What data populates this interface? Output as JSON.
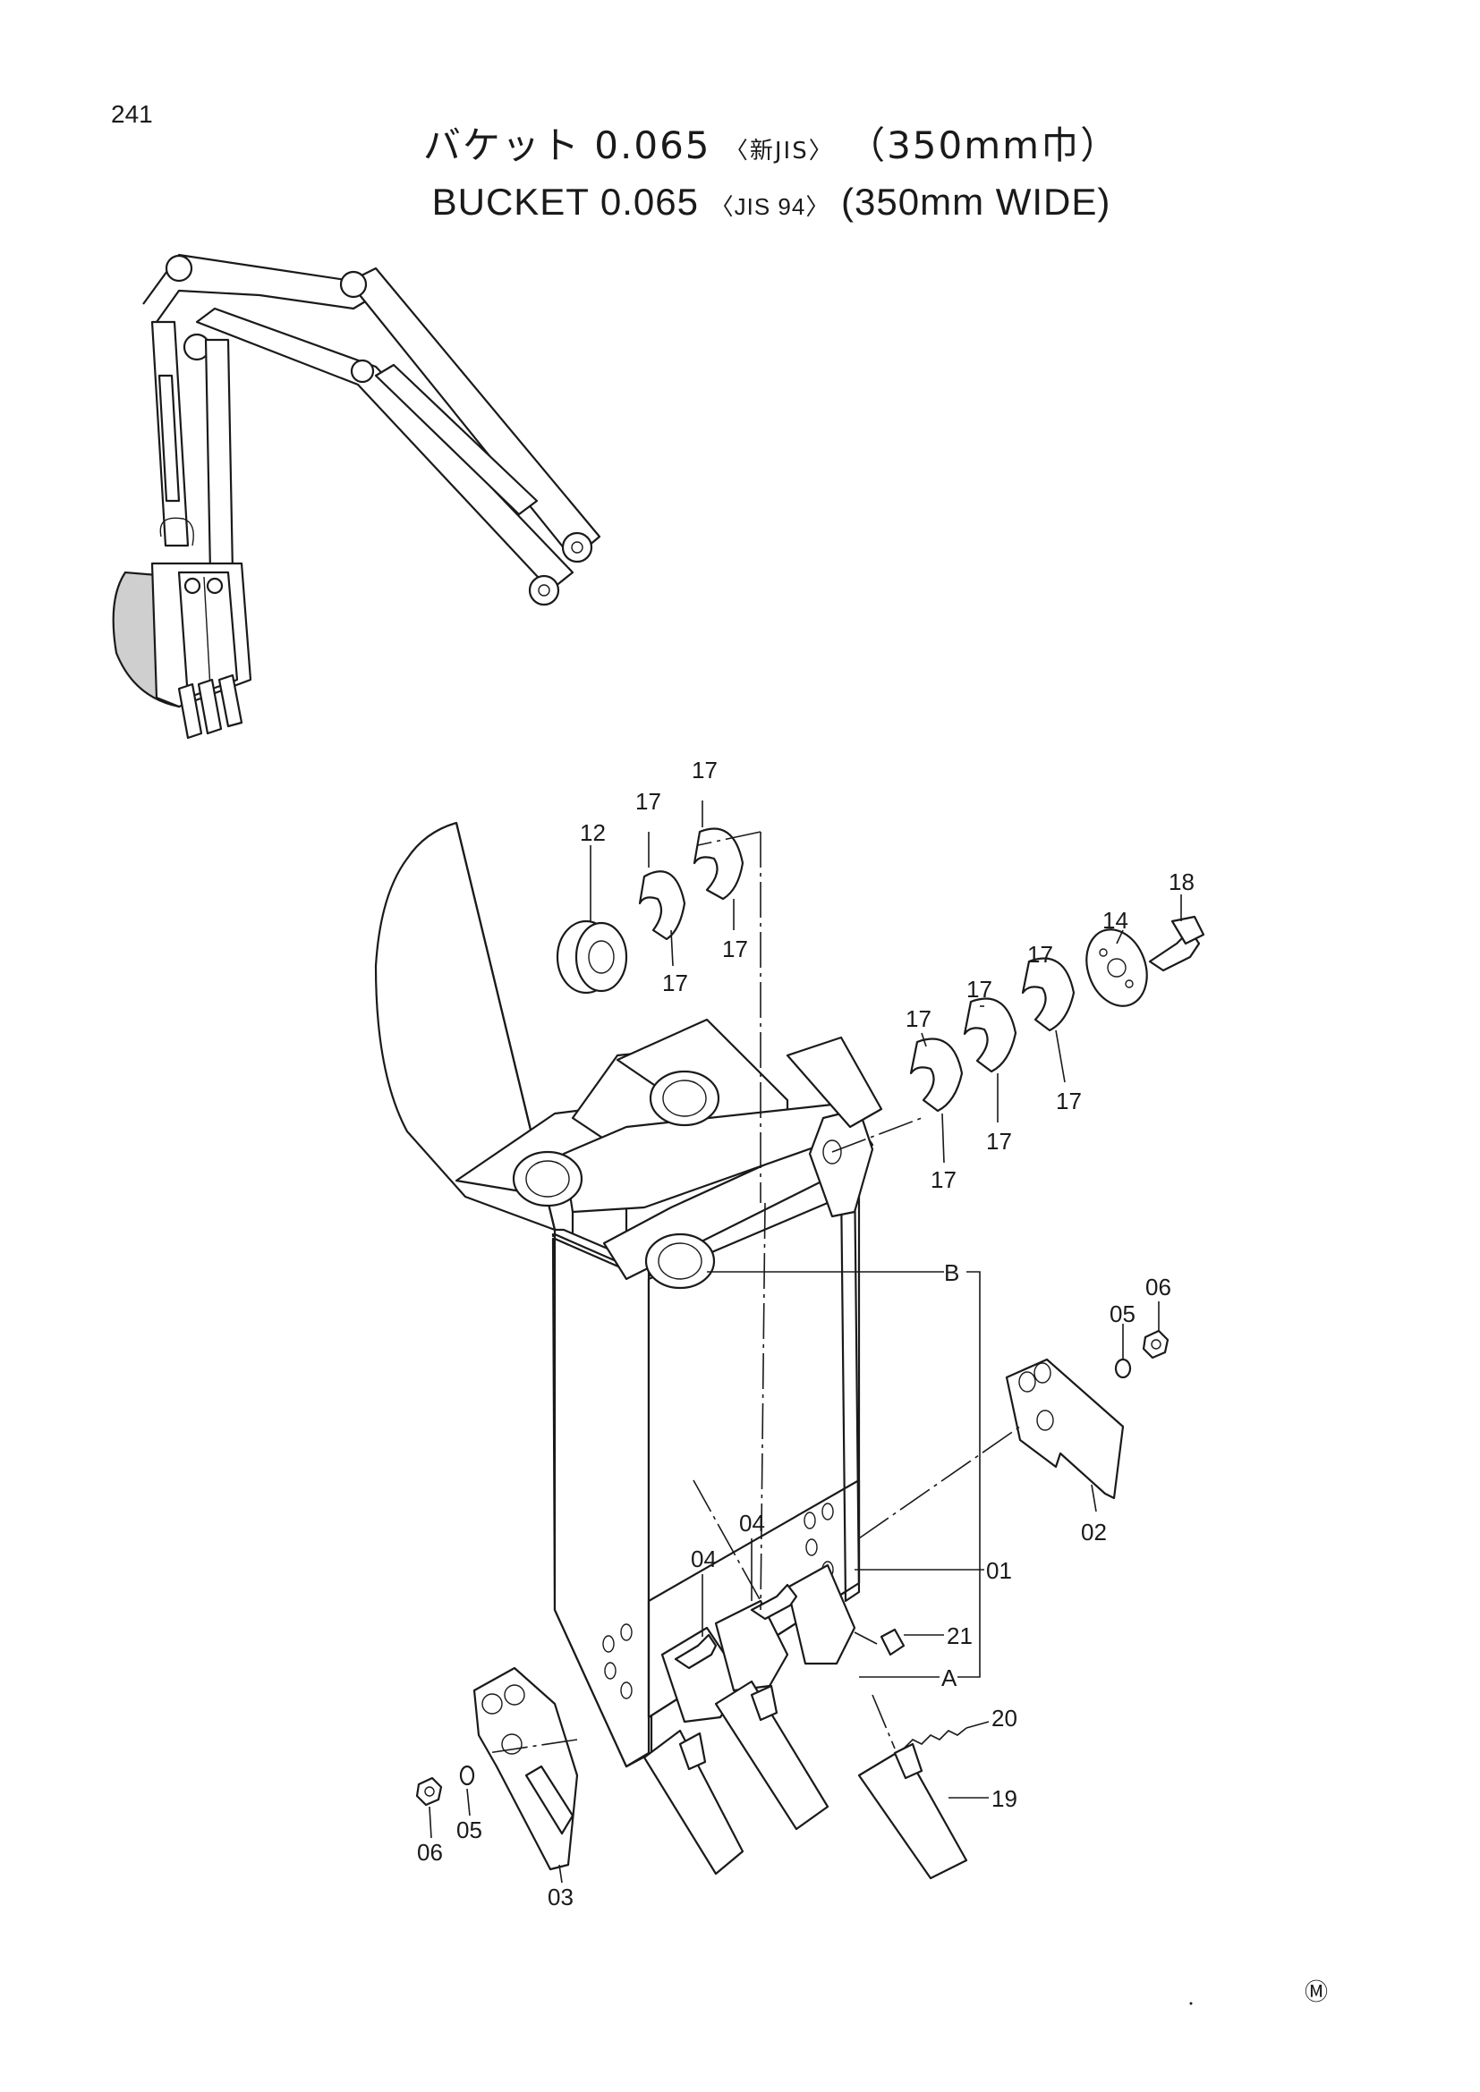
{
  "page": {
    "number": "241",
    "title_jp": {
      "main": "バケット 0.065",
      "standard": "〈新JIS〉",
      "width": "（350mm巾）"
    },
    "title_en": {
      "main": "BUCKET 0.065",
      "standard": "〈JIS 94〉",
      "width": "(350mm WIDE)"
    }
  },
  "callouts": {
    "c12": "12",
    "c17_a": "17",
    "c17_b": "17",
    "c17_c": "17",
    "c17_d": "17",
    "c17_e": "17",
    "c17_f": "17",
    "c17_g": "17",
    "c17_h": "17",
    "c17_i": "17",
    "c17_j": "17",
    "c14": "14",
    "c18": "18",
    "cB": "B",
    "cA": "A",
    "c06_top": "06",
    "c05_top": "05",
    "c02": "02",
    "c01": "01",
    "c04_a": "04",
    "c04_b": "04",
    "c21": "21",
    "c20": "20",
    "c19": "19",
    "c03": "03",
    "c05_bottom": "05",
    "c06_bottom": "06"
  },
  "footer_mark": "Ⓜ"
}
